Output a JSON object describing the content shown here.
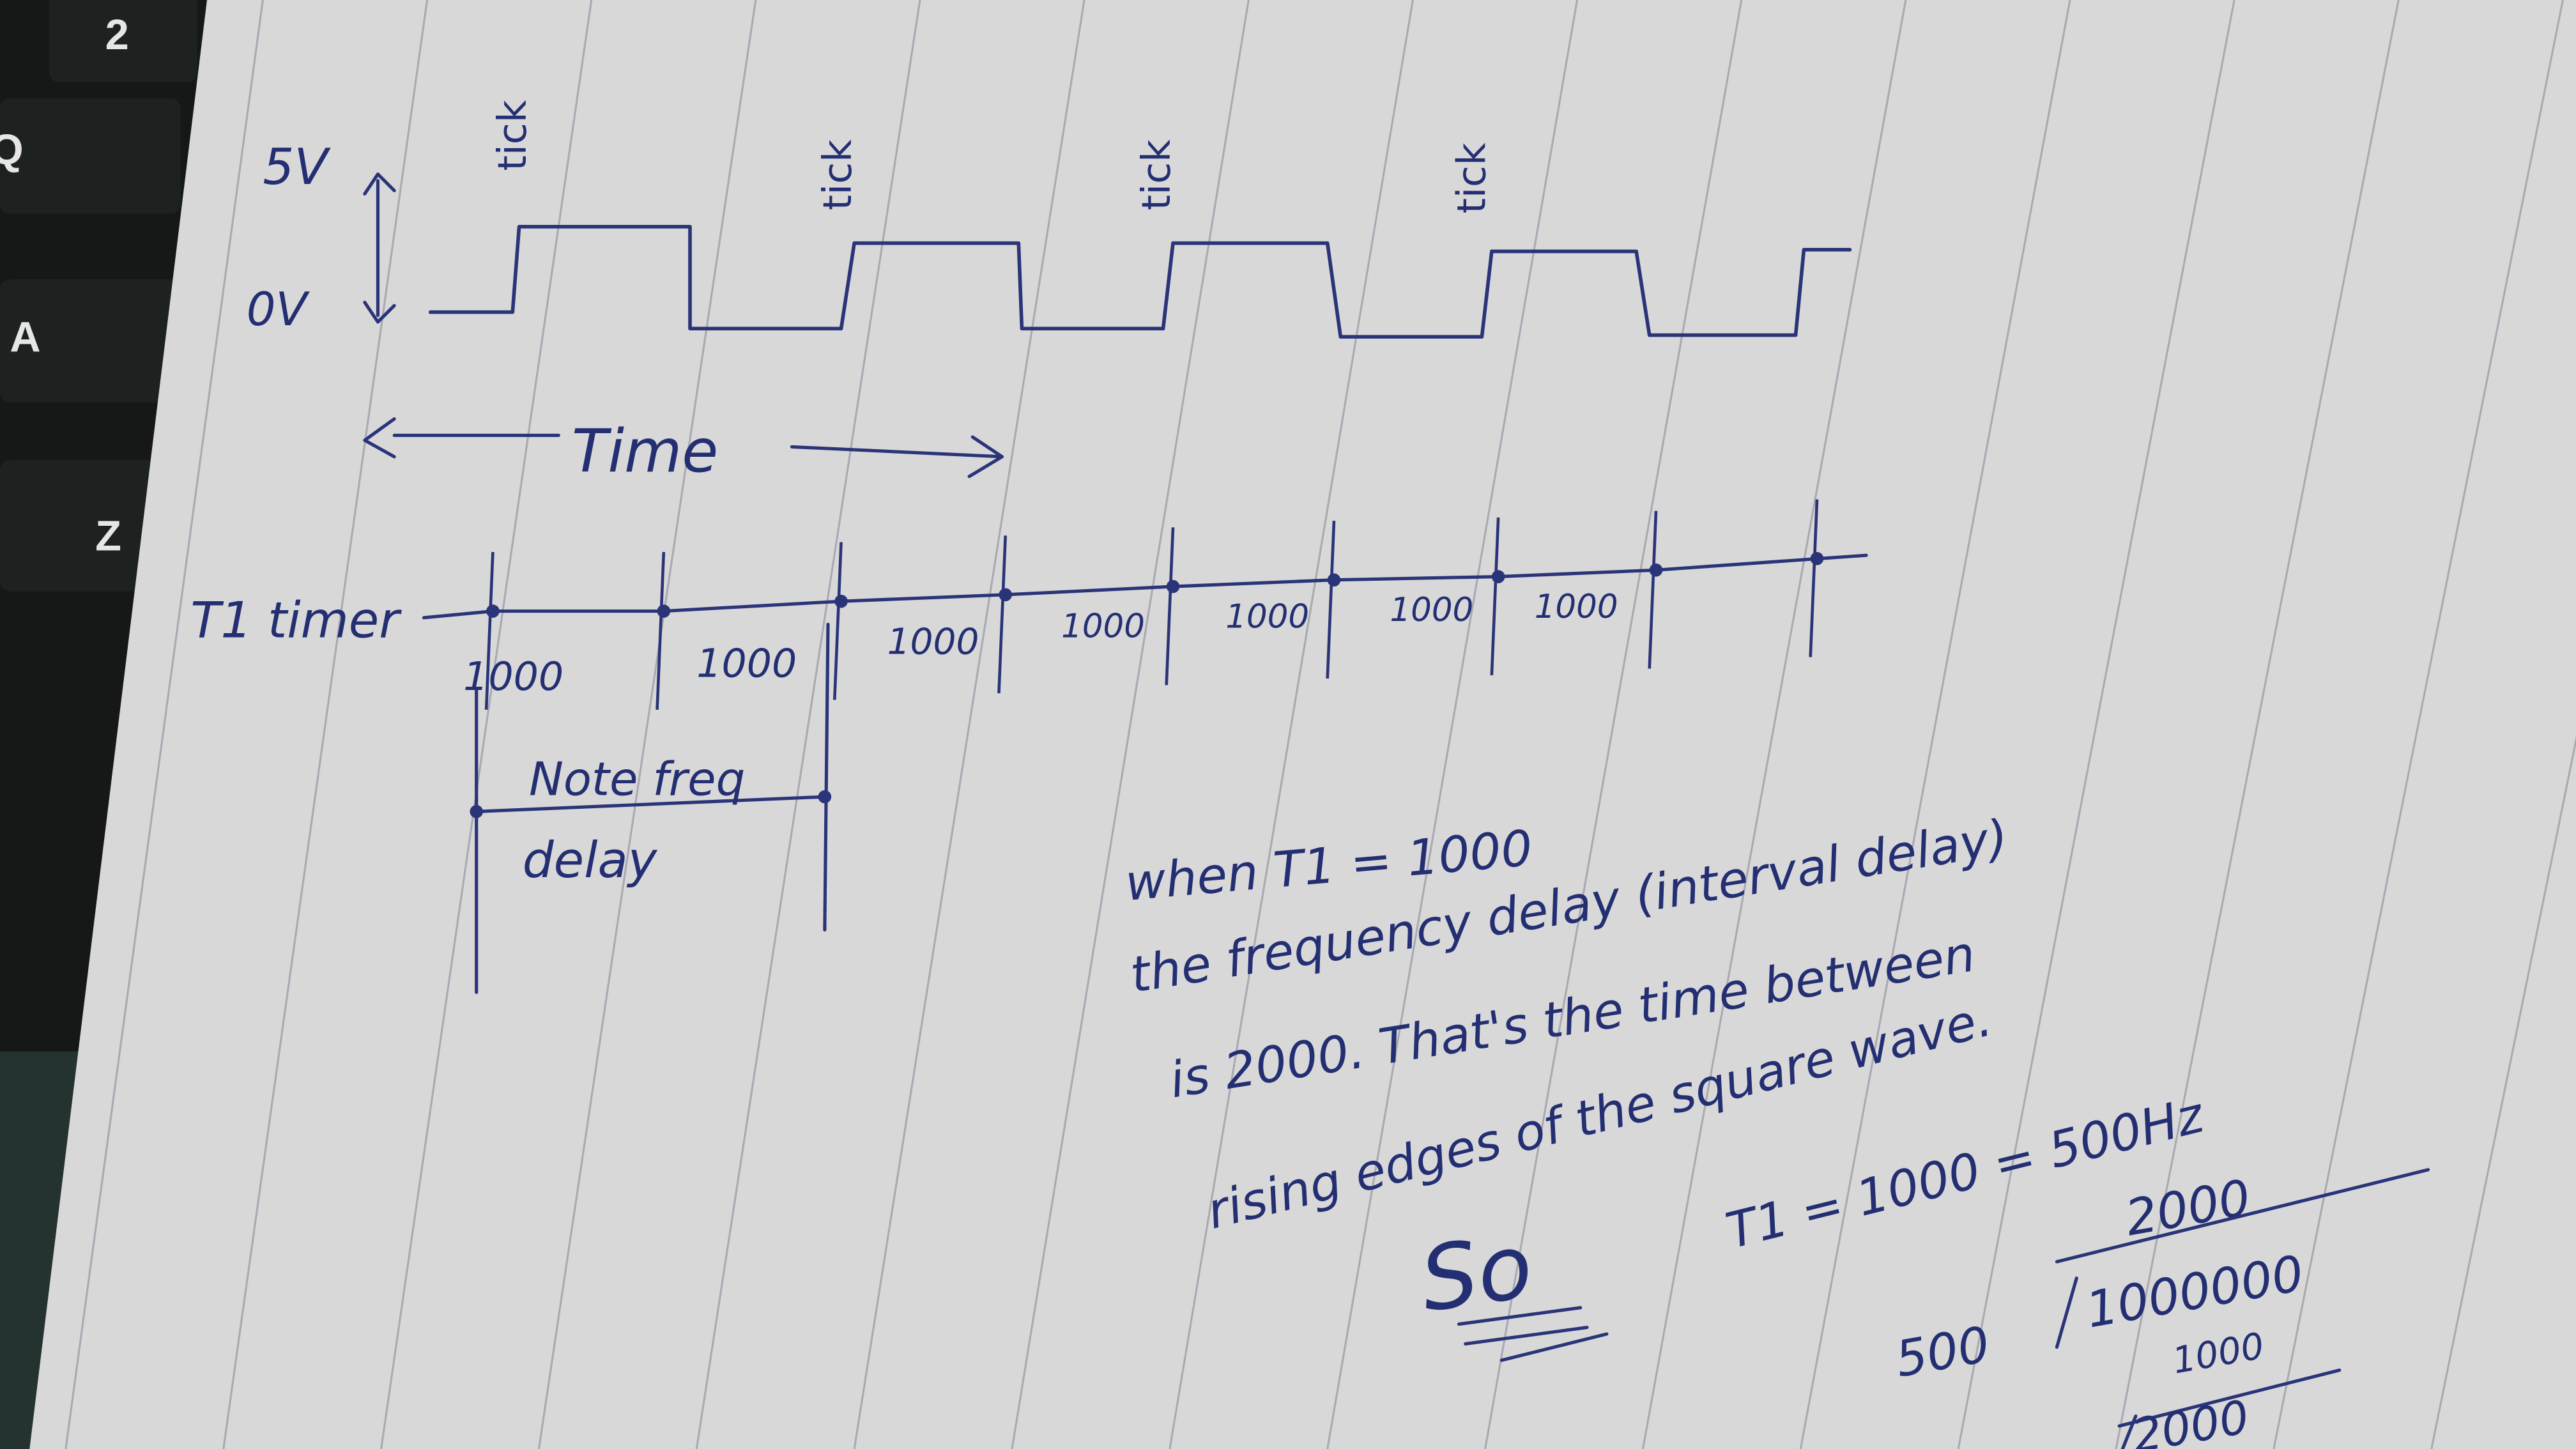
{
  "keyboard": {
    "keys": [
      "2",
      "Q",
      "A",
      "Z"
    ],
    "colors": {
      "keyboard": "#151816",
      "paper": "#dad8d8",
      "rule_line": "#a9a9b3",
      "ink": "#2a3478"
    }
  },
  "waveform": {
    "label_high": "5V",
    "label_low": "0V",
    "tick_labels": [
      "tick",
      "tick",
      "tick",
      "tick"
    ],
    "time_label": "Time"
  },
  "timer": {
    "label": "T1 timer",
    "segment_values": [
      "1000",
      "1000",
      "1000",
      "1000",
      "1000",
      "1000",
      "1000"
    ]
  },
  "note_freq_delay": {
    "label_line1": "Note freq",
    "label_line2": "delay"
  },
  "explanation": {
    "lines": [
      "when T1 = 1000",
      "the frequency delay (interval delay)",
      "is 2000. That's the time between",
      "rising edges of the square wave.",
      "T1 = 1000 = 500Hz"
    ],
    "so_label": "So"
  },
  "long_division": {
    "quotient": "2000",
    "divisor": "500",
    "dividend": "1000000",
    "subtract": "1000",
    "remainder": "2000"
  }
}
